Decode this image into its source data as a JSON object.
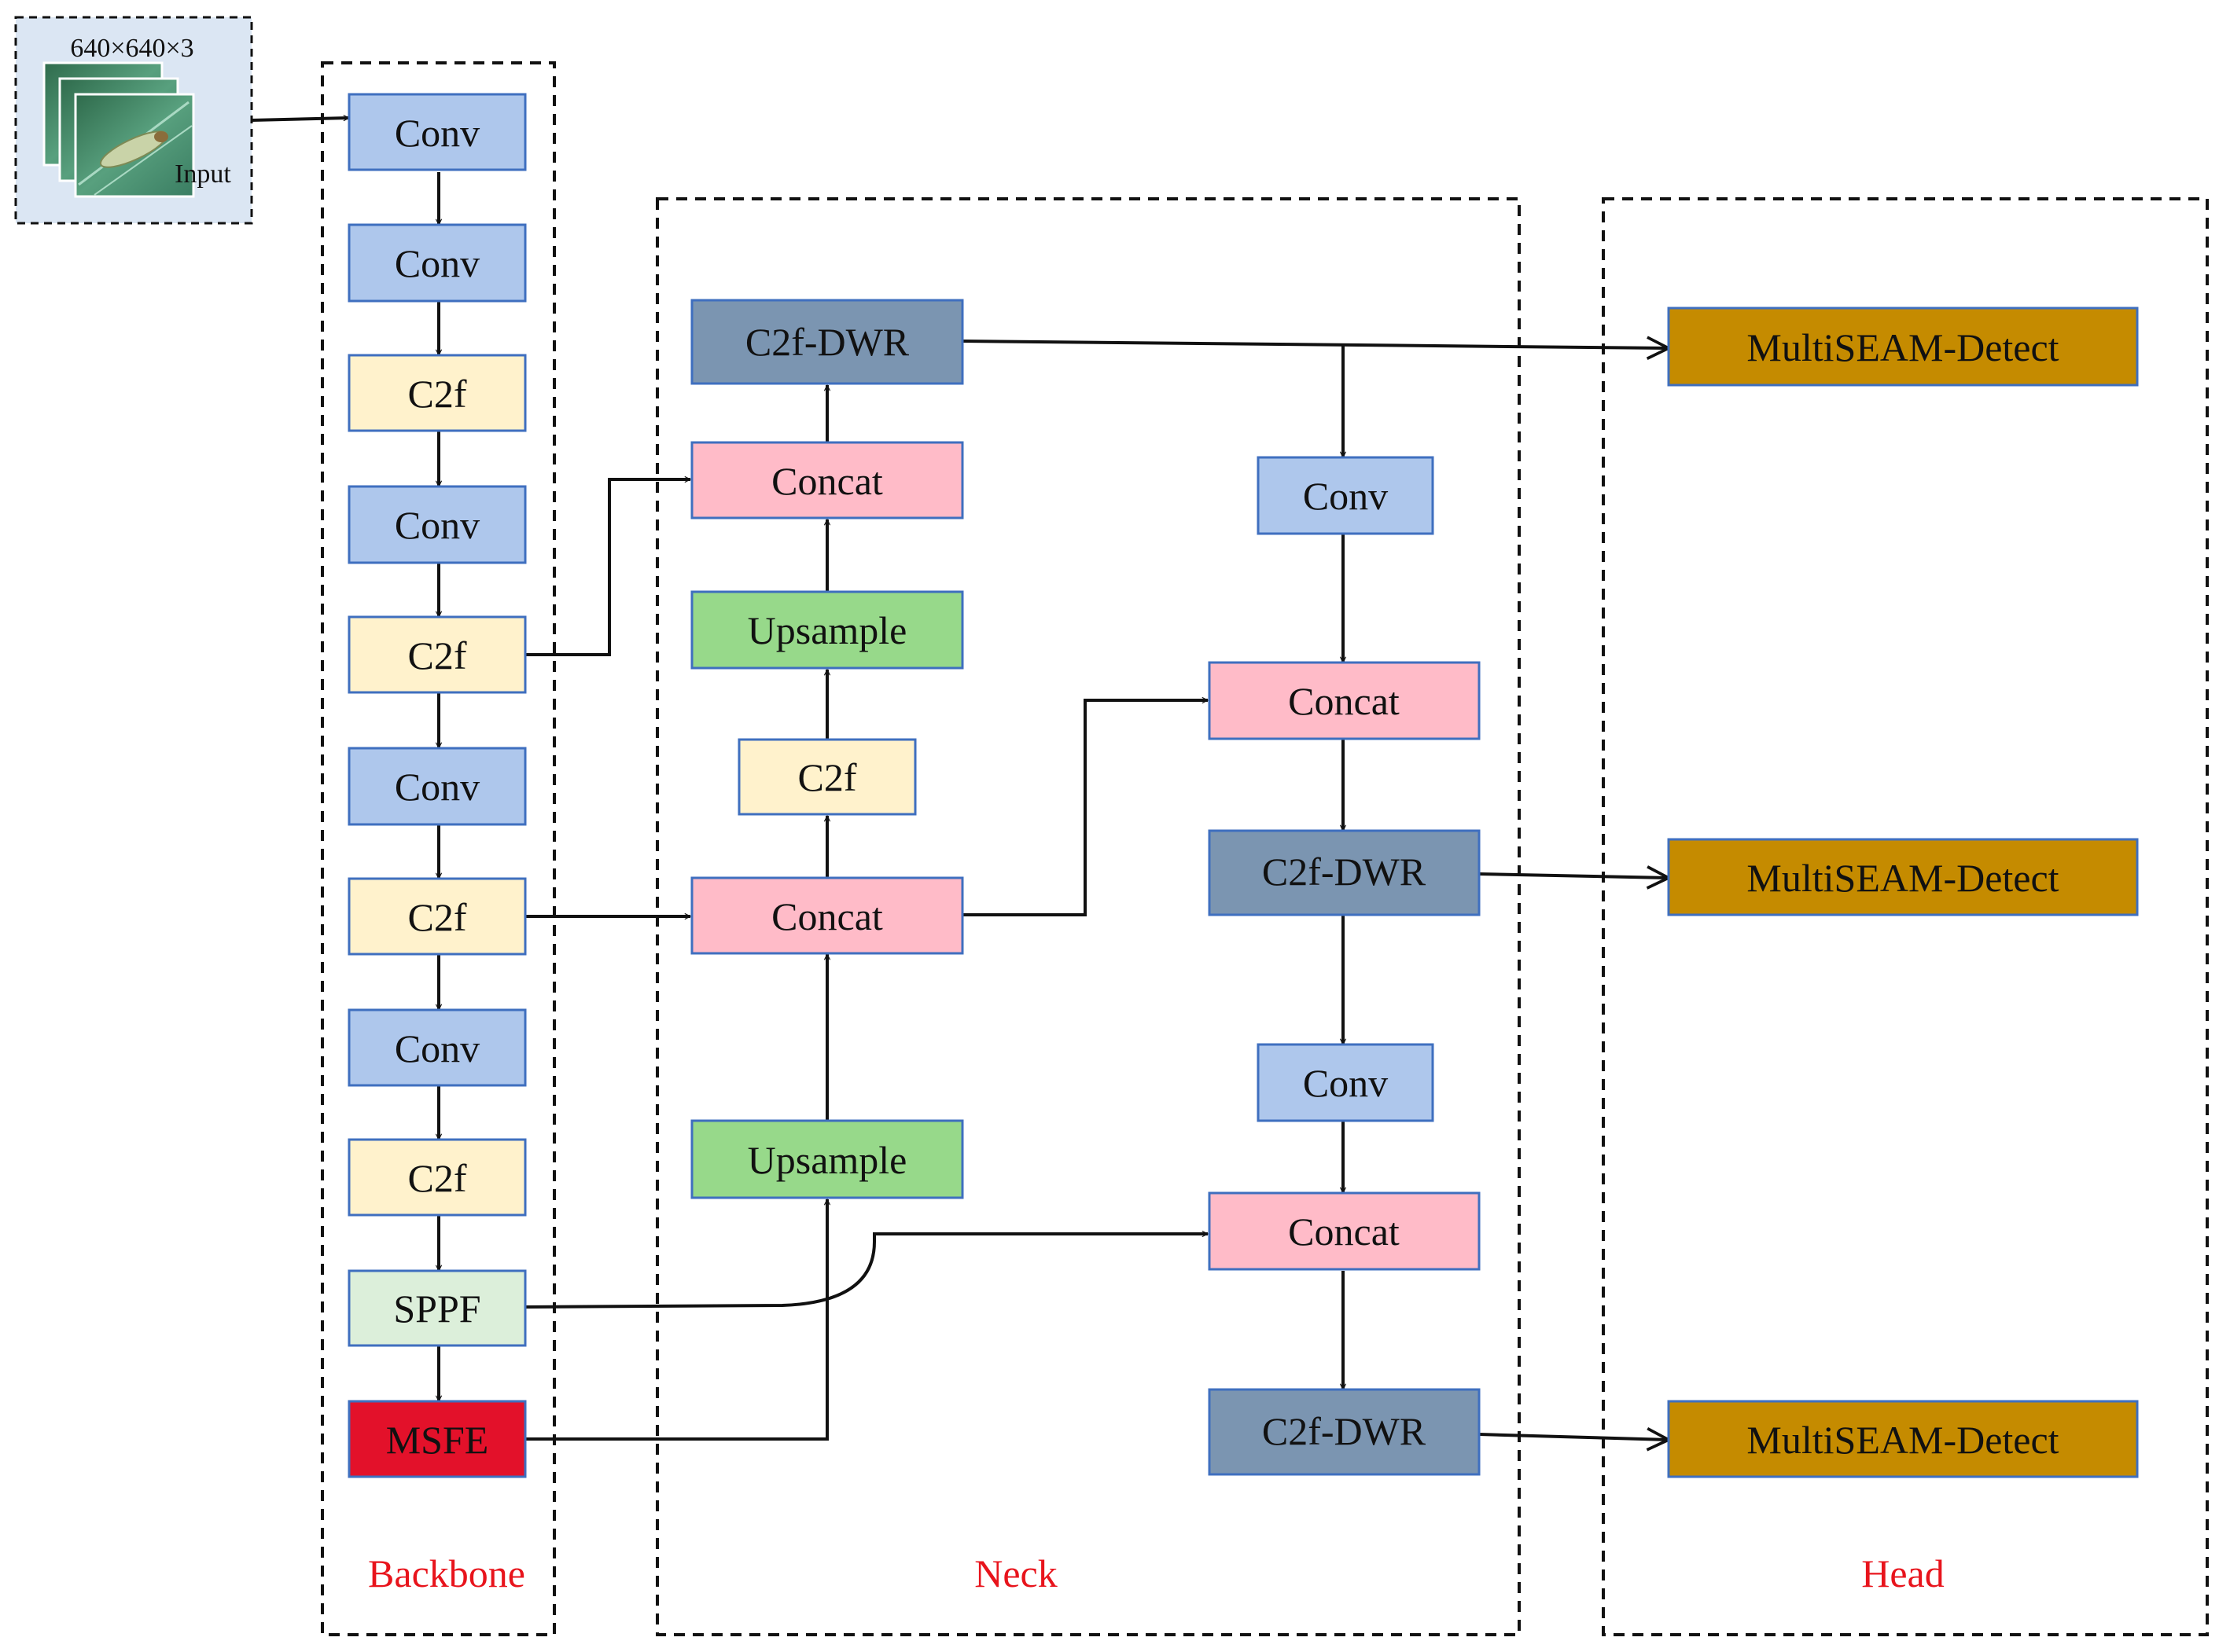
{
  "input": {
    "size_label": "640×640×3",
    "label": "Input"
  },
  "sections": {
    "backbone": "Backbone",
    "neck": "Neck",
    "head": "Head"
  },
  "backbone": {
    "conv1": "Conv",
    "conv2": "Conv",
    "c2f1": "C2f",
    "conv3": "Conv",
    "c2f2": "C2f",
    "conv4": "Conv",
    "c2f3": "C2f",
    "conv5": "Conv",
    "c2f4": "C2f",
    "sppf": "SPPF",
    "msfe": "MSFE"
  },
  "neck": {
    "c2f_dwr_top": "C2f-DWR",
    "concat_top": "Concat",
    "upsample_top": "Upsample",
    "c2f": "C2f",
    "concat_mid": "Concat",
    "upsample_bottom": "Upsample",
    "conv_right_top": "Conv",
    "concat_right_top": "Concat",
    "c2f_dwr_mid": "C2f-DWR",
    "conv_right_bottom": "Conv",
    "concat_right_bottom": "Concat",
    "c2f_dwr_bottom": "C2f-DWR"
  },
  "head": {
    "detect_top": "MultiSEAM-Detect",
    "detect_mid": "MultiSEAM-Detect",
    "detect_bottom": "MultiSEAM-Detect"
  },
  "colors": {
    "conv": "#aec7ec",
    "c2f": "#fff2cc",
    "sppf": "#dcefda",
    "msfe": "#e3112a",
    "concat": "#ffbbc8",
    "upsample": "#97d98a",
    "c2f_dwr": "#7b95b1",
    "detect": "#c58b00",
    "box_border": "#3f6fbf",
    "section_label": "#e8141c",
    "input_bg": "#dbe6f3"
  }
}
